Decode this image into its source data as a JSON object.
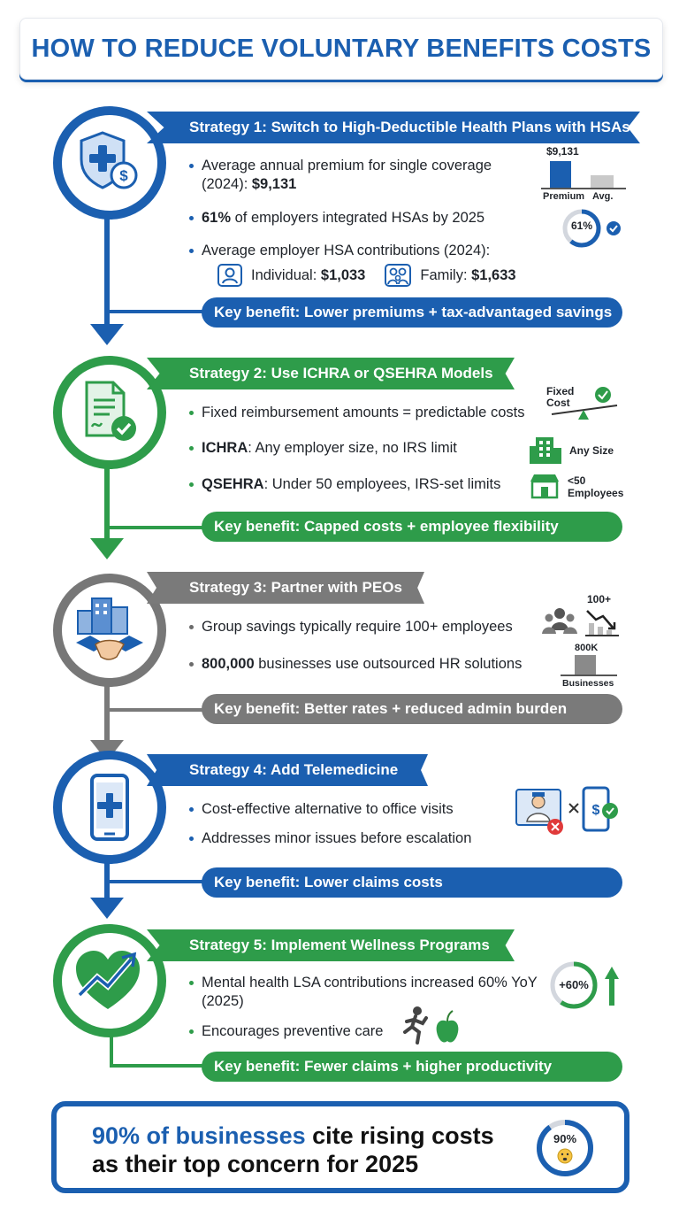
{
  "title": "HOW TO REDUCE VOLUNTARY BENEFITS COSTS",
  "colors": {
    "blue": "#1b5fb0",
    "green": "#2e9c4a",
    "gray": "#7a7a7a"
  },
  "strategies": [
    {
      "ribbon": "Strategy 1: Switch to High-Deductible Health Plans with HSAs",
      "icon": "shield-plus-dollar-icon",
      "bullets": [
        {
          "pre": "Average annual premium for single coverage (2024): ",
          "bold": "$9,131",
          "post": ""
        },
        {
          "pre": "",
          "bold": "61%",
          "post": " of employers integrated HSAs by 2025"
        },
        {
          "pre": "Average employer HSA contributions (2024):",
          "bold": "",
          "post": ""
        }
      ],
      "contrib": {
        "individual_label": "Individual: ",
        "individual_value": "$1,033",
        "family_label": "Family: ",
        "family_value": "$1,633"
      },
      "side": {
        "bar_value_label": "$9,131",
        "bar_premium": "Premium",
        "bar_avg": "Avg.",
        "donut_label": "61%",
        "donut_percent": 61
      },
      "key_benefit": "Key benefit: Lower premiums + tax-advantaged savings"
    },
    {
      "ribbon": "Strategy 2: Use ICHRA or QSEHRA Models",
      "icon": "document-check-icon",
      "bullets": [
        {
          "pre": "Fixed reimbursement amounts = predictable costs",
          "bold": "",
          "post": ""
        },
        {
          "pre": "",
          "bold": "ICHRA",
          "post": ": Any employer size, no IRS limit"
        },
        {
          "pre": "",
          "bold": "QSEHRA",
          "post": ": Under 50 employees, IRS-set limits"
        }
      ],
      "side": {
        "fixed_cost": "Fixed Cost",
        "any_size": "Any Size",
        "under50_a": "<50",
        "under50_b": "Employees"
      },
      "key_benefit": "Key benefit: Capped costs + employee flexibility"
    },
    {
      "ribbon": "Strategy 3: Partner with PEOs",
      "icon": "buildings-handshake-icon",
      "bullets": [
        {
          "pre": "Group savings typically require 100+ employees",
          "bold": "",
          "post": ""
        },
        {
          "pre": "",
          "bold": "800,000",
          "post": " businesses use outsourced HR solutions"
        }
      ],
      "side": {
        "label_100": "100+",
        "label_800k": "800K",
        "label_businesses": "Businesses"
      },
      "key_benefit": "Key benefit: Better rates + reduced admin burden"
    },
    {
      "ribbon": "Strategy 4: Add Telemedicine",
      "icon": "smartphone-medical-icon",
      "bullets": [
        {
          "pre": "Cost-effective alternative to office visits",
          "bold": "",
          "post": ""
        },
        {
          "pre": "Addresses minor issues before escalation",
          "bold": "",
          "post": ""
        }
      ],
      "key_benefit": "Key benefit: Lower claims costs"
    },
    {
      "ribbon": "Strategy 5: Implement Wellness Programs",
      "icon": "heart-trend-icon",
      "bullets": [
        {
          "pre": "Mental health LSA contributions increased 60% YoY (2025)",
          "bold": "",
          "post": ""
        },
        {
          "pre": "Encourages preventive care",
          "bold": "",
          "post": ""
        }
      ],
      "side": {
        "donut_label": "+60%",
        "donut_percent": 60
      },
      "key_benefit": "Key benefit: Fewer claims + higher productivity"
    }
  ],
  "footer": {
    "highlight": "90% of businesses",
    "rest_line1": " cite rising costs",
    "line2": "as their top concern for 2025",
    "badge": "90%",
    "badge_percent": 90
  }
}
